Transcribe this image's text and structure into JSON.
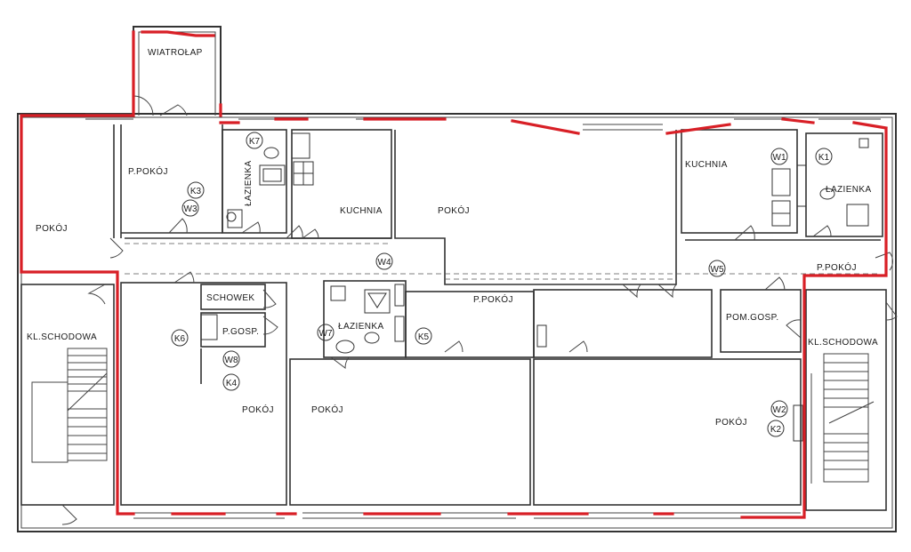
{
  "rooms": {
    "wiatrolap": "WIATROŁAP",
    "pokoj_left": "POKÓJ",
    "p_pokoj_1": "P.POKÓJ",
    "lazienka_1": "ŁAZIENKA",
    "kuchnia_1": "KUCHNIA",
    "pokoj_top_mid": "POKÓJ",
    "kuchnia_2": "KUCHNIA",
    "lazienka_2": "ŁAZIENKA",
    "p_pokoj_right": "P.POKÓJ",
    "schowek": "SCHOWEK",
    "p_gosp": "P.GOSP.",
    "lazienka_3": "ŁAZIENKA",
    "p_pokoj_mid": "P.POKÓJ",
    "pom_gosp": "POM.GOSP.",
    "kl_schodowa_left": "KL.SCHODOWA",
    "kl_schodowa_right": "KL.SCHODOWA",
    "pokoj_b1": "POKÓJ",
    "pokoj_b2": "POKÓJ",
    "pokoj_b3": "POKÓJ"
  },
  "tags": {
    "k7": "K7",
    "k3": "K3",
    "w3": "W3",
    "w1": "W1",
    "k1": "K1",
    "w4": "W4",
    "w5": "W5",
    "k6": "K6",
    "w7": "W7",
    "k5": "K5",
    "w8": "W8",
    "k4": "K4",
    "w2": "W2",
    "k2": "K2"
  },
  "colors": {
    "highlight": "#d81f26",
    "ink": "#333333"
  }
}
